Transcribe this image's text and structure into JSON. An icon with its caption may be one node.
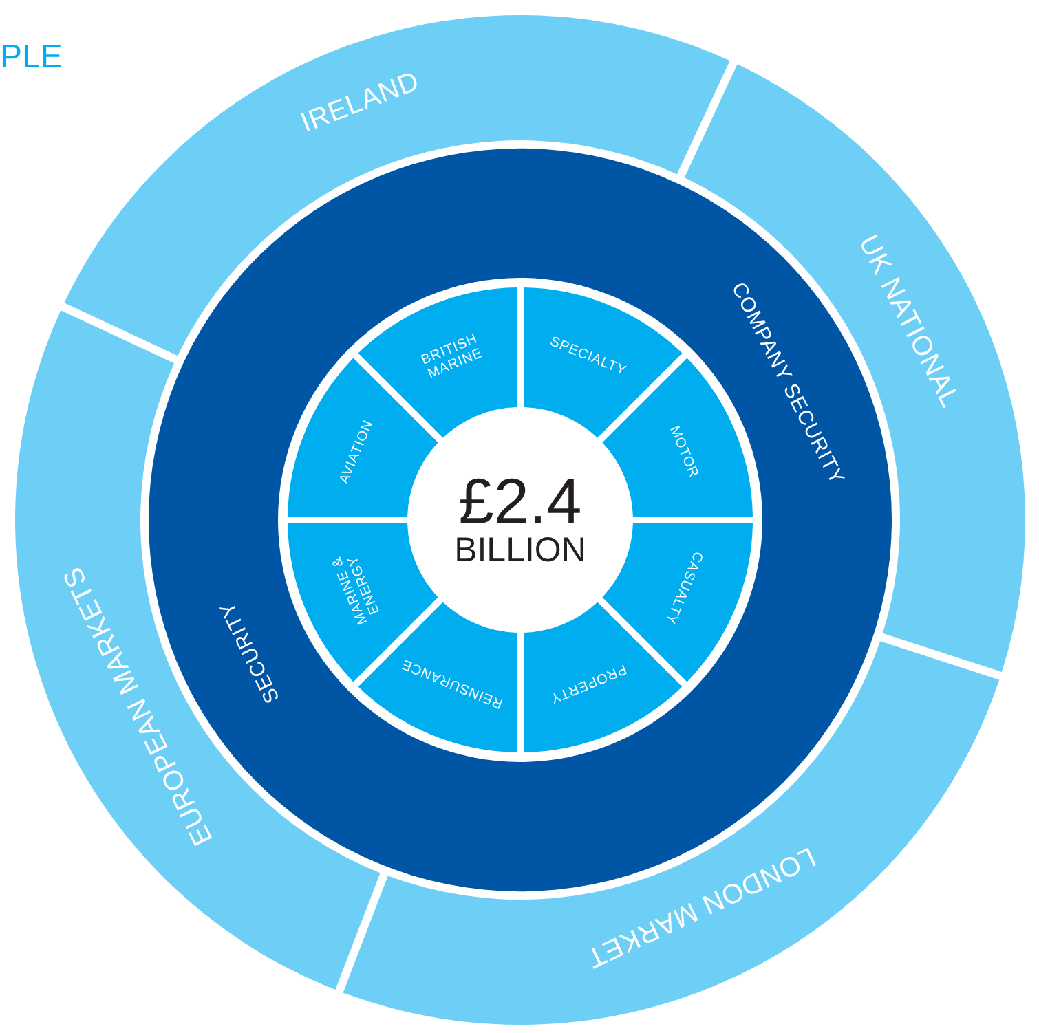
{
  "diagram": {
    "nodes": [
      {
        "text": [
          "IRELAND"
        ]
      },
      {
        "text": [
          "UK NATIONAL"
        ]
      },
      {
        "text": [
          "LONDON MARKET"
        ]
      },
      {
        "text": [
          "EUROPEAN MARKETS"
        ]
      },
      {
        "text": [
          "COMPANY SECURITY",
          "SECURITY"
        ]
      },
      {
        "text": [
          "BRITISH MARINE"
        ],
        "in": 4
      },
      {
        "text": [
          "SPECIALTY"
        ],
        "in": 4
      },
      {
        "text": [
          "MOTOR"
        ],
        "in": 4
      },
      {
        "text": [
          "CASUALTY"
        ],
        "in": 4
      },
      {
        "text": [
          "PROPERTY"
        ],
        "in": 4
      },
      {
        "text": [
          "REINSURANCE"
        ],
        "in": 4
      },
      {
        "text": [
          "MARINE & ENERGY"
        ],
        "in": 4
      },
      {
        "text": [
          "AVIATION"
        ],
        "in": 4
      },
      {
        "text": [
          "£2.4",
          "BILLION"
        ],
        "in": 4
      }
    ],
    "edges": [],
    "labels": [
      "PLE"
    ]
  }
}
